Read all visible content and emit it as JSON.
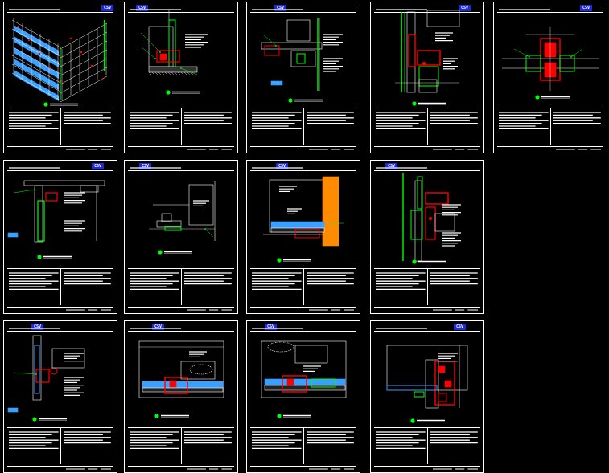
{
  "sheet_logo": "CSV",
  "sheets": [
    {
      "id": "s1",
      "kind": "iso"
    },
    {
      "id": "s2",
      "kind": "base-detail"
    },
    {
      "id": "s3",
      "kind": "stack-joint"
    },
    {
      "id": "s4",
      "kind": "transom-profile"
    },
    {
      "id": "s5",
      "kind": "mullion-plan"
    },
    {
      "id": "s6",
      "kind": "head-section"
    },
    {
      "id": "s7",
      "kind": "corner-plan"
    },
    {
      "id": "s8",
      "kind": "jamb-insulated"
    },
    {
      "id": "s9",
      "kind": "sill-profile"
    },
    {
      "id": "s10",
      "kind": "slab-edge"
    },
    {
      "id": "s11",
      "kind": "horizontal-joint"
    },
    {
      "id": "s12",
      "kind": "horizontal-joint-insulated"
    },
    {
      "id": "s13",
      "kind": "corner-mullion"
    }
  ],
  "colors": {
    "line": "#ffffff",
    "detail": "#00ff00",
    "profile": "#ff0000",
    "glass": "#00ffff",
    "spandrel": "#3aa0ff",
    "logo": "#1f2bd8",
    "insulation": "#ff8c00"
  }
}
